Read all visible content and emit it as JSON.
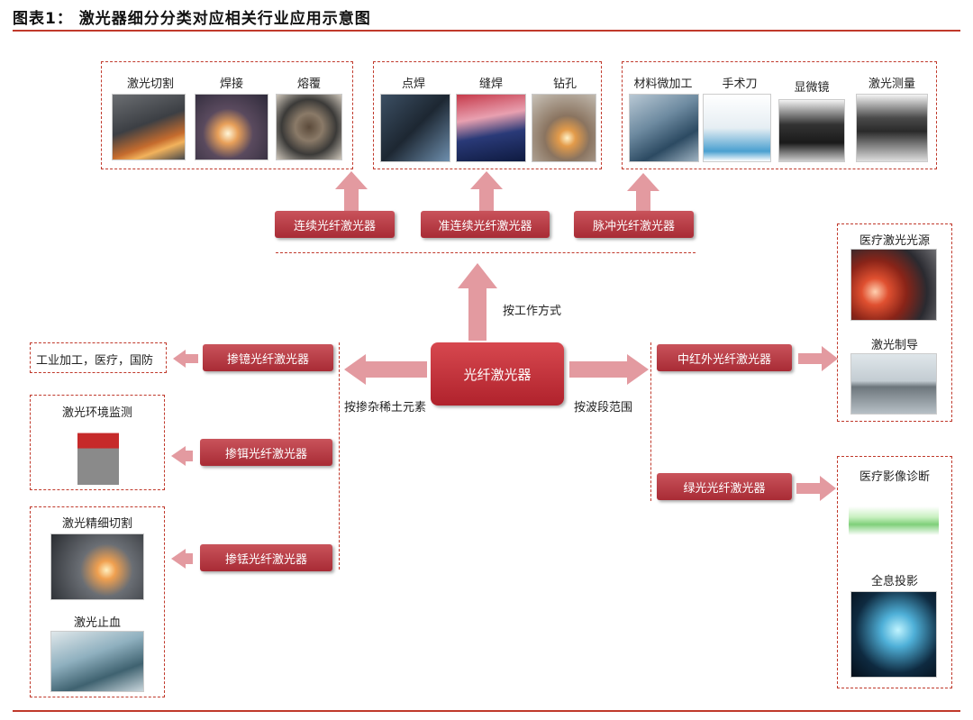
{
  "title": "图表1：  激光器细分分类对应相关行业应用示意图",
  "center": "光纤激光器",
  "methods": {
    "work_mode": "按工作方式",
    "doping": "按掺杂稀土元素",
    "wavelength": "按波段范围"
  },
  "top_types": [
    "连续光纤激光器",
    "准连续光纤激光器",
    "脉冲光纤激光器"
  ],
  "top_groups": [
    [
      "激光切割",
      "焊接",
      "熔覆"
    ],
    [
      "点焊",
      "缝焊",
      "钻孔"
    ],
    [
      "材料微加工",
      "手术刀",
      "显微镜",
      "激光测量"
    ]
  ],
  "left_types": [
    "掺镱光纤激光器",
    "掺铒光纤激光器",
    "掺铥光纤激光器"
  ],
  "left_apps": {
    "ytterbium": "工业加工，医疗，国防",
    "erbium": "激光环境监测",
    "thulium": [
      "激光精细切割",
      "激光止血"
    ]
  },
  "right_types": [
    "中红外光纤激光器",
    "绿光光纤激光器"
  ],
  "right_apps": {
    "mid_ir": [
      "医疗激光光源",
      "激光制导"
    ],
    "green": [
      "医疗影像诊断",
      "全息投影"
    ]
  },
  "colors": {
    "accent": "#c0392b",
    "box": "#b0303a",
    "arrow": "#e39aa0"
  }
}
